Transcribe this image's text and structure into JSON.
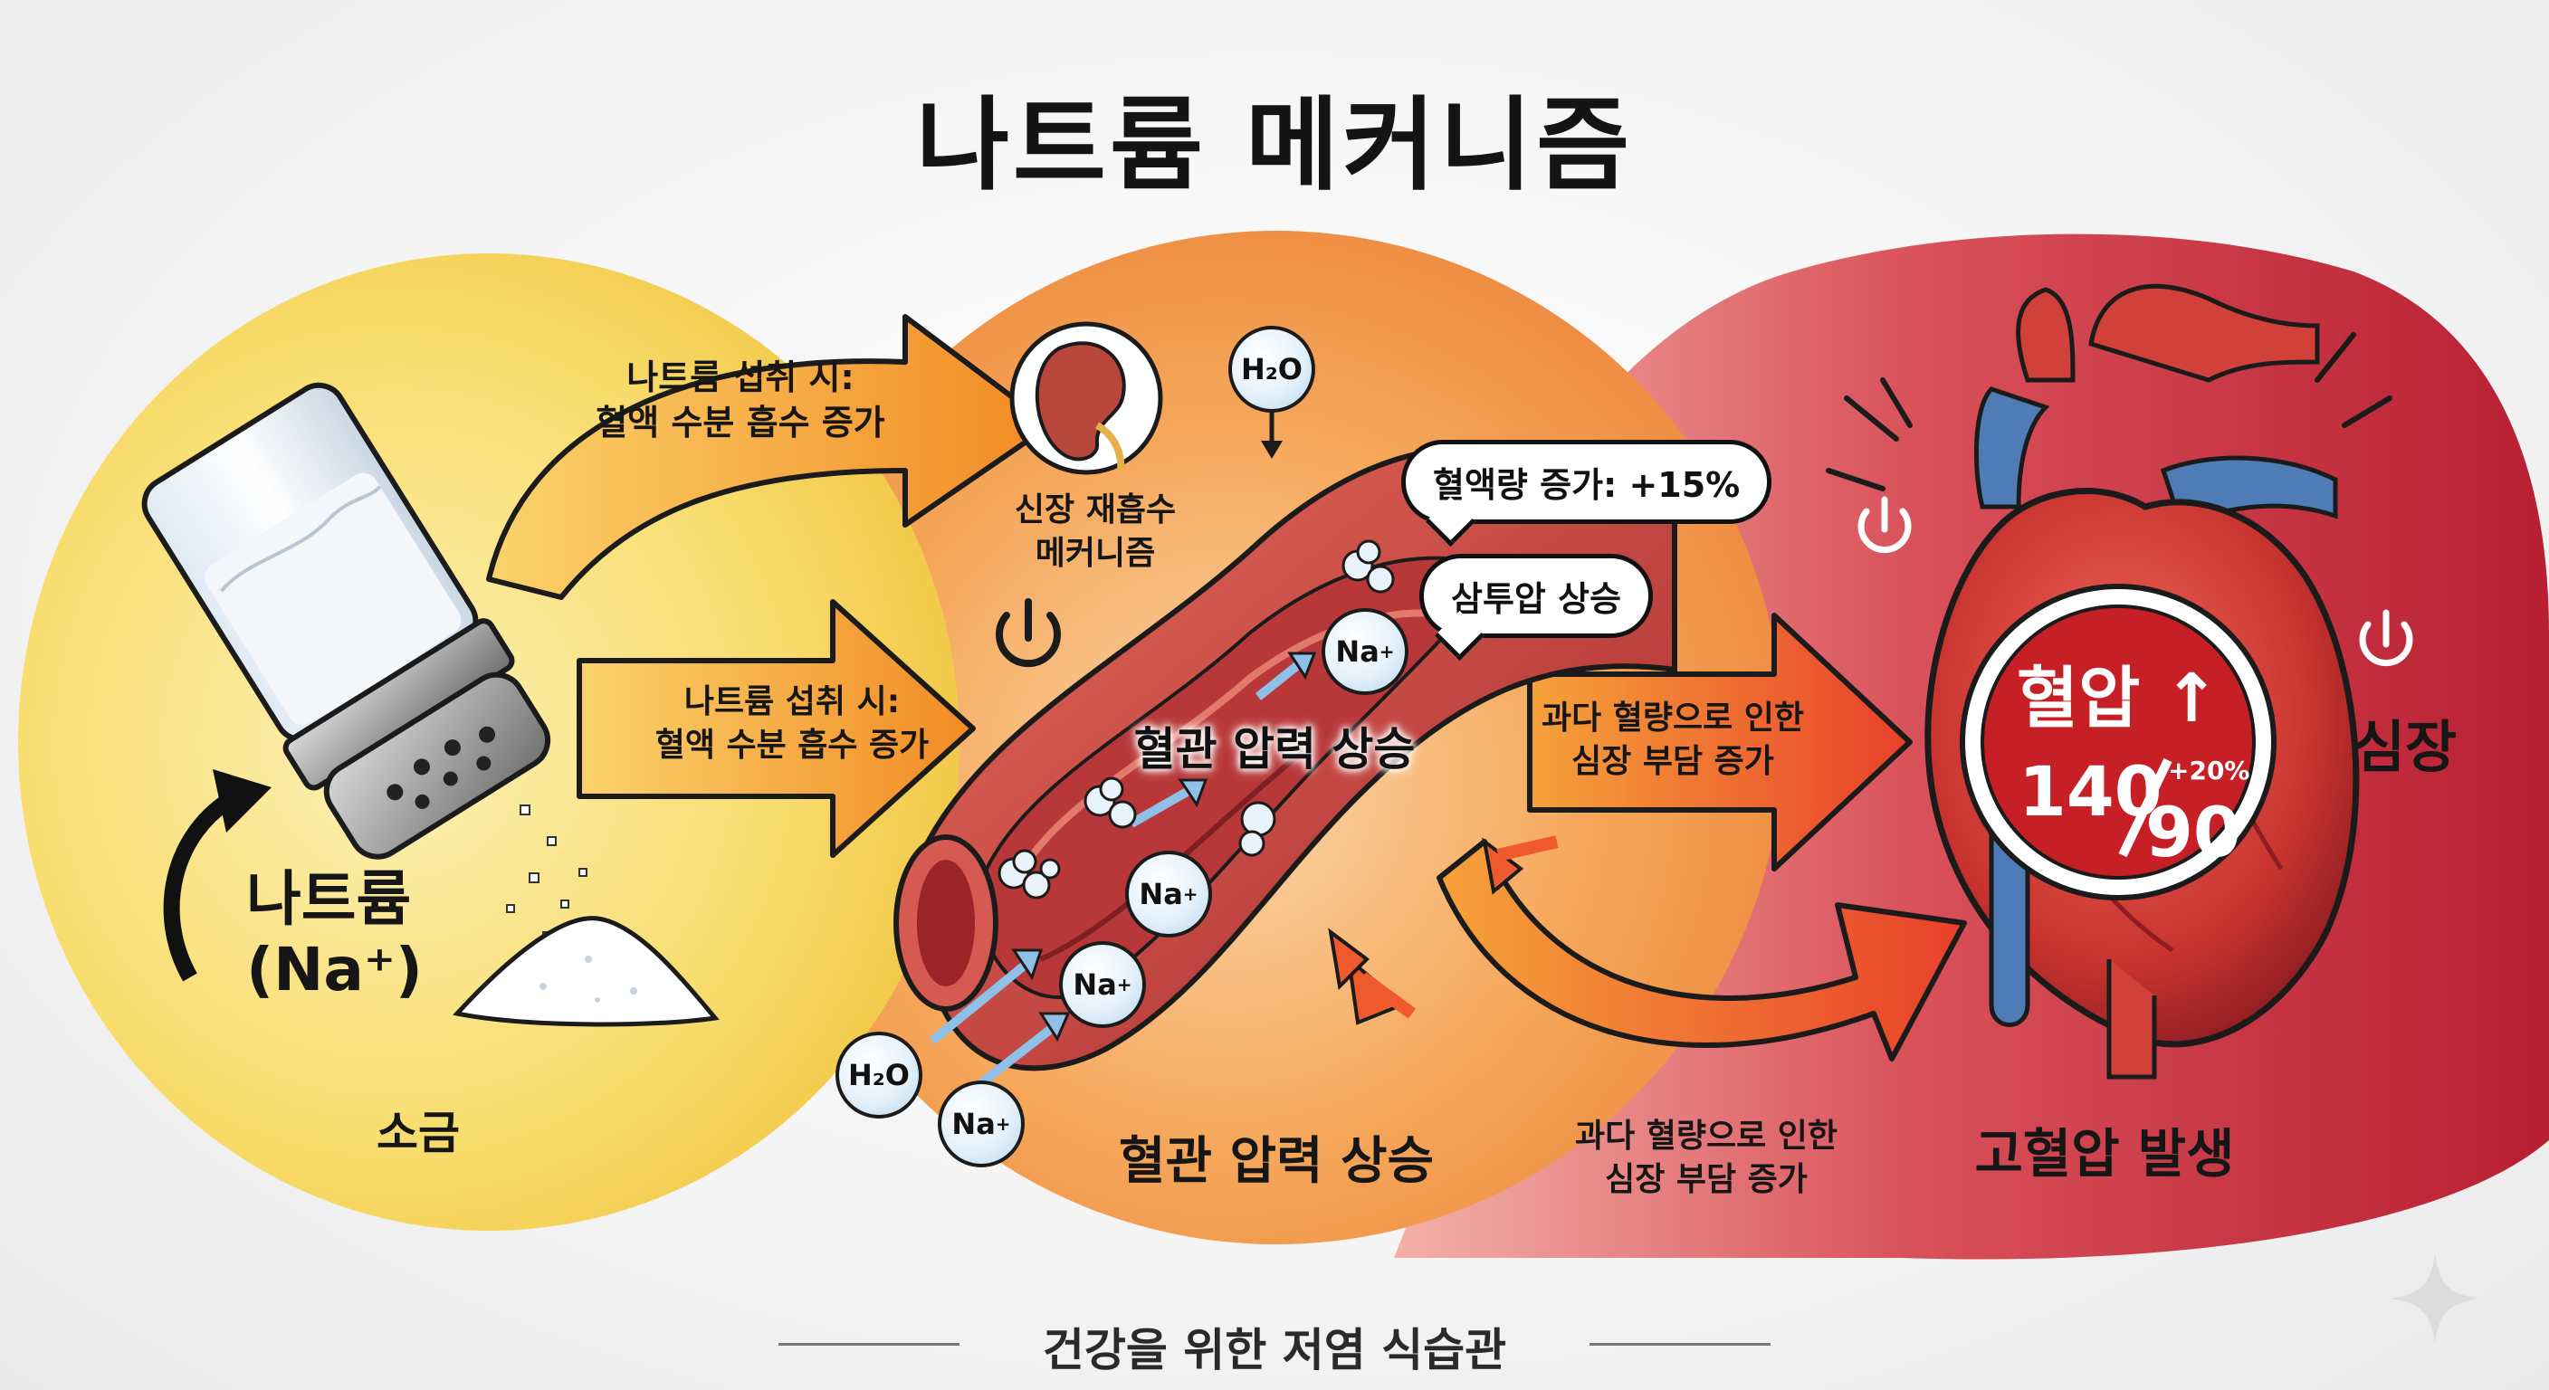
{
  "title": "나트륨 메커니즘",
  "salt": {
    "label_line1": "나트륨",
    "label_line2": "(Na⁺)",
    "caption": "소금"
  },
  "arrows": {
    "top_line1": "나트륨 섭취 시:",
    "top_line2": "혈액 수분 흡수 증가",
    "mid_line1": "나트륨 섭취 시:",
    "mid_line2": "혈액 수분 흡수 증가",
    "right_line1": "과다 혈량으로 인한",
    "right_line2": "심장 부담 증가",
    "bottom_line1": "과다 혈량으로 인한",
    "bottom_line2": "심장 부담 증가"
  },
  "kidney": {
    "caption_line1": "신장 재흡수",
    "caption_line2": "메커니즘"
  },
  "vessel": {
    "bubble_blood_volume": "혈액량 증가: +15%",
    "bubble_osmotic": "삼투압 상승",
    "center_label": "혈관 압력 상승",
    "caption": "혈관 압력 상승"
  },
  "ions": {
    "h2o": "H₂O",
    "na": "Na",
    "na_charge": "+"
  },
  "heart": {
    "label": "심장",
    "badge_title": "혈압",
    "badge_arrow": "↑",
    "badge_systolic": "140",
    "badge_diastolic": "90",
    "badge_change": "+20%",
    "caption": "고혈압 발생"
  },
  "footer": "건강을 위한 저염 식습관",
  "colors": {
    "salt_zone": "#f7d55a",
    "vessel_zone": "#f19a4a",
    "heart_zone": "#c9303a",
    "arrow_orange": "#f39a2c",
    "arrow_red": "#e8492a",
    "badge_red": "#c61f25"
  }
}
